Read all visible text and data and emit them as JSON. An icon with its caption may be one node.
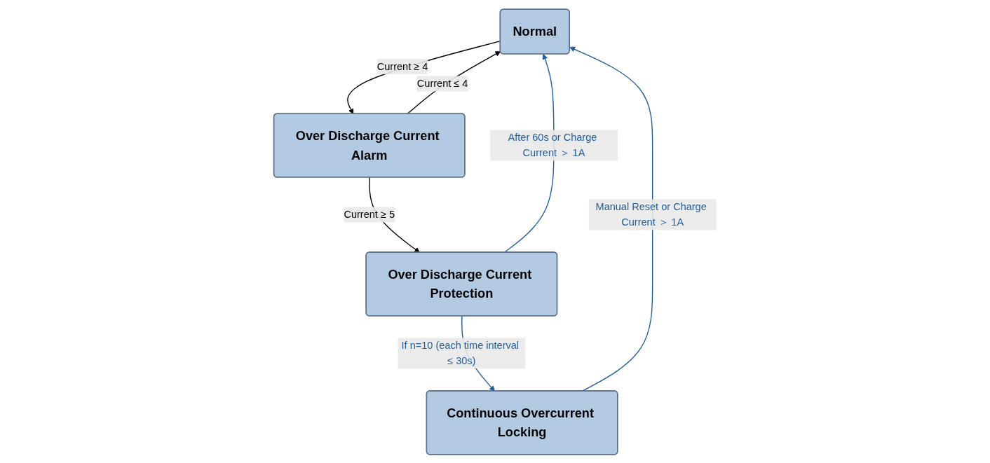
{
  "diagram": {
    "nodes": [
      {
        "text": [
          "Normal"
        ]
      },
      {
        "text": [
          "Over Discharge Current Alarm"
        ]
      },
      {
        "text": [
          "Over Discharge Current Protection"
        ]
      },
      {
        "text": [
          "Continuous Overcurrent Locking"
        ]
      }
    ],
    "edges": [
      {
        "from": 0,
        "to": 1,
        "arrow": "to",
        "label": "Current ≥ 4"
      },
      {
        "from": 1,
        "to": 0,
        "arrow": "to",
        "label": "Current ≤ 4"
      },
      {
        "from": 1,
        "to": 2,
        "arrow": "to",
        "label": "Current ≥ 5"
      },
      {
        "from": 2,
        "to": 0,
        "arrow": "to",
        "label": "After 60s or Charge Current ＞ 1A",
        "color": "#1f5c99"
      },
      {
        "from": 2,
        "to": 3,
        "arrow": "to",
        "label": "If n=10 (each time interval ≤ 30s)",
        "color": "#1f5c99"
      },
      {
        "from": 3,
        "to": 0,
        "arrow": "to",
        "label": "Manual Reset or Charge Current ＞ 1A",
        "color": "#1f5c99"
      }
    ]
  }
}
